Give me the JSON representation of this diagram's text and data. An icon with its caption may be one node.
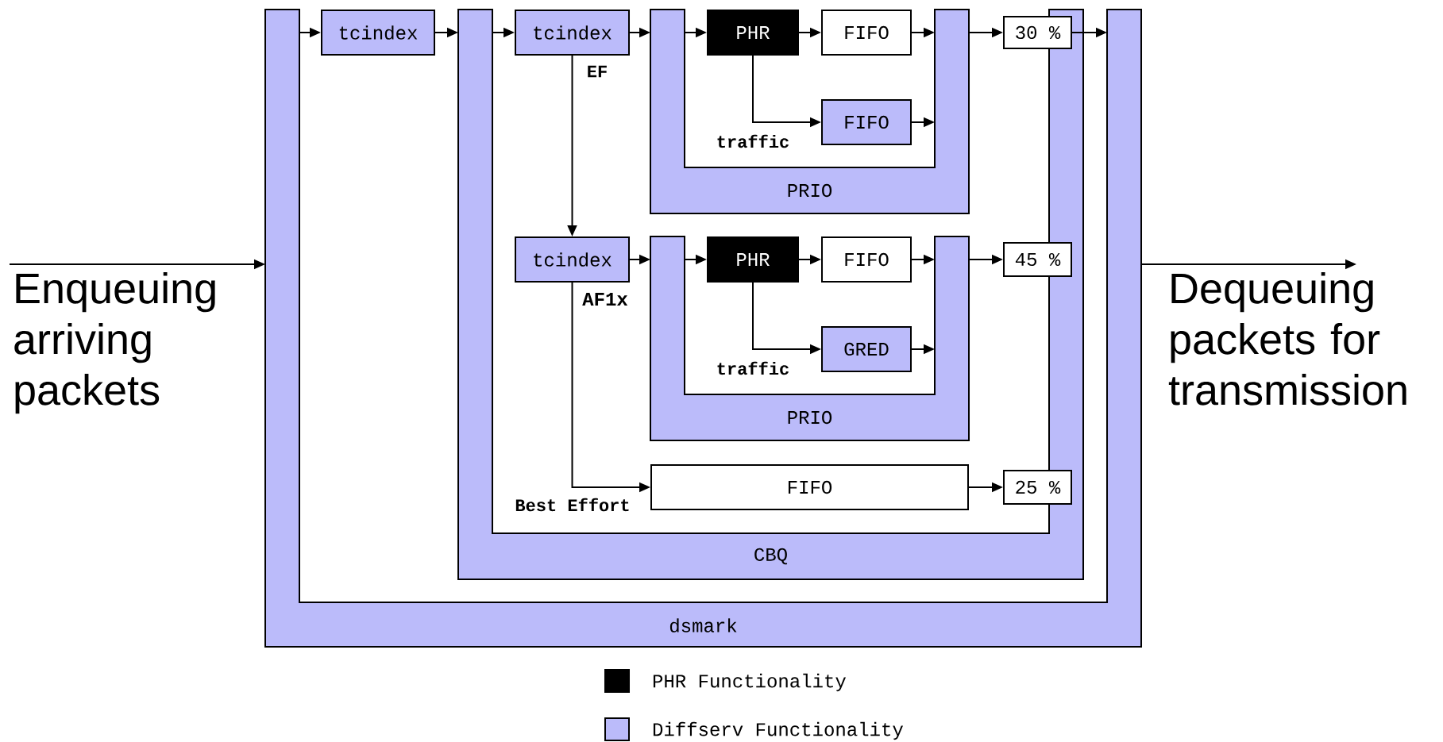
{
  "diagram": {
    "nodes": [
      {
        "text": [
          "dsmark"
        ]
      },
      {
        "text": [
          "tcindex"
        ],
        "in": 0
      },
      {
        "text": [
          "CBQ"
        ],
        "in": 0
      },
      {
        "text": [
          "tcindex"
        ],
        "in": 2
      },
      {
        "text": [
          "PRIO"
        ],
        "in": 2
      },
      {
        "text": [
          "PHR"
        ],
        "in": 4
      },
      {
        "text": [
          "FIFO"
        ],
        "in": 4
      },
      {
        "text": [
          "FIFO"
        ],
        "in": 4
      },
      {
        "text": [
          "30 %"
        ],
        "in": 2
      },
      {
        "text": [
          "tcindex"
        ],
        "in": 2
      },
      {
        "text": [
          "PRIO"
        ],
        "in": 2
      },
      {
        "text": [
          "PHR"
        ],
        "in": 10
      },
      {
        "text": [
          "FIFO"
        ],
        "in": 10
      },
      {
        "text": [
          "GRED"
        ],
        "in": 10
      },
      {
        "text": [
          "45 %"
        ],
        "in": 2
      },
      {
        "text": [
          "FIFO"
        ],
        "in": 2
      },
      {
        "text": [
          "25 %"
        ],
        "in": 2
      },
      {
        "text": [
          "Enqueuing arriving packets"
        ]
      },
      {
        "text": [
          "Dequeuing packets for transmission"
        ]
      }
    ],
    "edges": [
      {
        "from": 17,
        "to": 0,
        "arrow": "to"
      },
      {
        "from": 0,
        "to": 1,
        "arrow": "to"
      },
      {
        "from": 1,
        "to": 2,
        "arrow": "to"
      },
      {
        "from": 2,
        "to": 3,
        "arrow": "to"
      },
      {
        "from": 3,
        "to": 4,
        "arrow": "to"
      },
      {
        "from": 4,
        "to": 5,
        "arrow": "to"
      },
      {
        "from": 5,
        "to": 6,
        "arrow": "to"
      },
      {
        "from": 5,
        "to": 7,
        "arrow": "to",
        "label": "traffic"
      },
      {
        "from": 6,
        "to": 4,
        "arrow": "to"
      },
      {
        "from": 7,
        "to": 4,
        "arrow": "to"
      },
      {
        "from": 4,
        "to": 8,
        "arrow": "to"
      },
      {
        "from": 8,
        "to": 0,
        "arrow": "to"
      },
      {
        "from": 3,
        "to": 9,
        "arrow": "to",
        "label": "EF"
      },
      {
        "from": 9,
        "to": 10,
        "arrow": "to"
      },
      {
        "from": 10,
        "to": 11,
        "arrow": "to"
      },
      {
        "from": 11,
        "to": 12,
        "arrow": "to"
      },
      {
        "from": 11,
        "to": 13,
        "arrow": "to",
        "label": "traffic"
      },
      {
        "from": 12,
        "to": 10,
        "arrow": "to"
      },
      {
        "from": 13,
        "to": 10,
        "arrow": "to"
      },
      {
        "from": 10,
        "to": 14,
        "arrow": "to"
      },
      {
        "from": 9,
        "to": 15,
        "arrow": "to",
        "label": "Best Effort"
      },
      {
        "from": 15,
        "to": 16,
        "arrow": "to"
      },
      {
        "from": 0,
        "to": 18,
        "arrow": "to"
      }
    ],
    "labels": [
      "AF1x"
    ],
    "legend": [
      {
        "text": "PHR Functionality",
        "color": "#000000"
      },
      {
        "text": "Diffserv Functionality",
        "color": "#bbbbfa"
      }
    ]
  }
}
